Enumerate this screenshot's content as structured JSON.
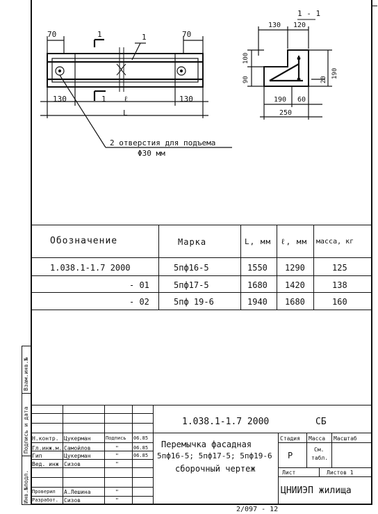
{
  "drawing": {
    "labels": {
      "dim_70_left": "70",
      "dim_70_right": "70",
      "section_mark_1": "1",
      "section_mark_1b": "1",
      "leader_1": "1",
      "dim_130_left": "130",
      "dim_l_small": "ℓ",
      "dim_130_right": "130",
      "dim_L": "L",
      "note_line1": "2 отверстия для подъема",
      "note_line2": "Φ30 мм",
      "section_title": "1 - 1",
      "sec_130": "130",
      "sec_120": "120",
      "sec_100": "100",
      "sec_90": "90",
      "sec_20": "20",
      "sec_190_v": "190",
      "sec_190_h": "190",
      "sec_60": "60",
      "sec_250": "250"
    }
  },
  "table": {
    "headers": [
      "Обозначение",
      "Марка",
      "L, мм",
      "ℓ, мм",
      "масса, кг"
    ],
    "rows": [
      {
        "designation": "1.038.1-1.7  2000",
        "mark": "5пф16-5",
        "L": "1550",
        "l": "1290",
        "mass": "125"
      },
      {
        "designation": "- 01",
        "mark": "5пф17-5",
        "L": "1680",
        "l": "1420",
        "mass": "138"
      },
      {
        "designation": "- 02",
        "mark": "5пф 19-6",
        "L": "1940",
        "l": "1680",
        "mass": "160"
      }
    ]
  },
  "title_block": {
    "doc_code": "1.038.1-1.7  2000",
    "doc_type": "СБ",
    "title_line1": "Перемычка фасадная",
    "title_line2": "5пф16-5; 5пф17-5; 5пф19-6",
    "title_line3": "сборочный чертеж",
    "stage_label": "Стадия",
    "mass_label": "Масса",
    "scale_label": "Масштаб",
    "stage_value": "Р",
    "mass_value_1": "См.",
    "mass_value_2": "табл.",
    "sheet_label": "Лист",
    "sheets_label": "Листов 1",
    "org": "ЦНИИЭП жилища",
    "signatures": [
      {
        "role": "Н.контр.",
        "name": "Цукерман",
        "sign": "Подпись",
        "date": "06.85"
      },
      {
        "role": "Гл.инж.м.",
        "name": "Самойлов",
        "sign": "\"",
        "date": "06.85"
      },
      {
        "role": "Гип",
        "name": "Цукерман",
        "sign": "\"",
        "date": "06.85"
      },
      {
        "role": "Вед. инж",
        "name": "Сизов",
        "sign": "\"",
        "date": ""
      },
      {
        "role": "",
        "name": "",
        "sign": "",
        "date": ""
      },
      {
        "role": "Проверил",
        "name": "А.Лешина",
        "sign": "\"",
        "date": ""
      },
      {
        "role": "Разработ.",
        "name": "Сизов",
        "sign": "\"",
        "date": ""
      }
    ]
  },
  "side_labels": {
    "inv_orig": "Инв.№подл.",
    "sign_date": "Подпись и дата",
    "vzam": "Взам.инв.№"
  },
  "footer": {
    "bottom_text": "2/097 - 12"
  }
}
